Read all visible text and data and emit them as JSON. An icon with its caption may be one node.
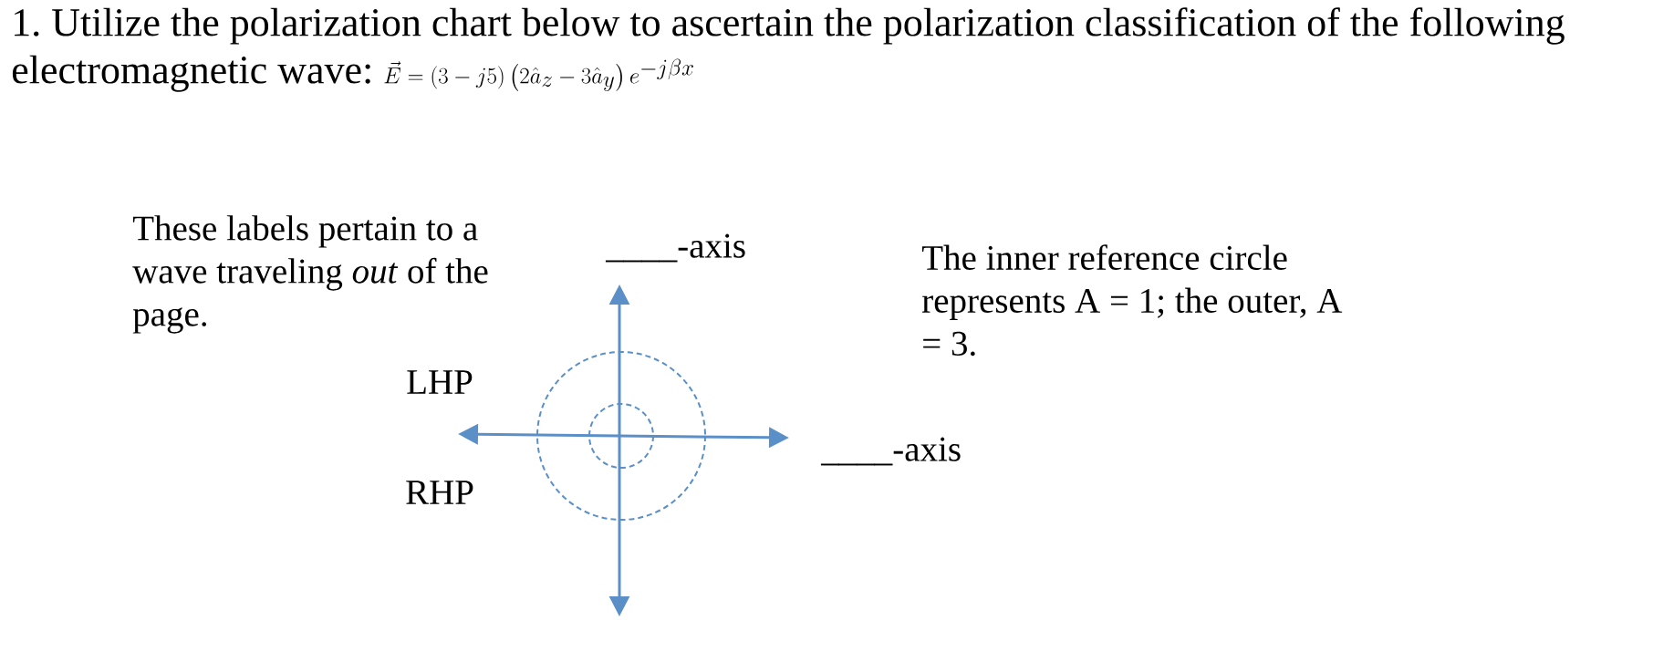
{
  "diagram": {
    "title": "1. Utilize the polarization chart below to ascertain the polarization classification of the following electromagnetic wave:",
    "labels": [
      "\\vec{E} = (3 - j5)\\left(2\\hat{a}_z - 3\\hat{a}_y\\right)e^{-j\\beta x}",
      "These labels pertain to a wave traveling *out* of the page.",
      "____-axis",
      "The inner reference circle represents A = 1; the outer, A = 3.",
      "LHP",
      "____-axis",
      "RHP"
    ]
  }
}
